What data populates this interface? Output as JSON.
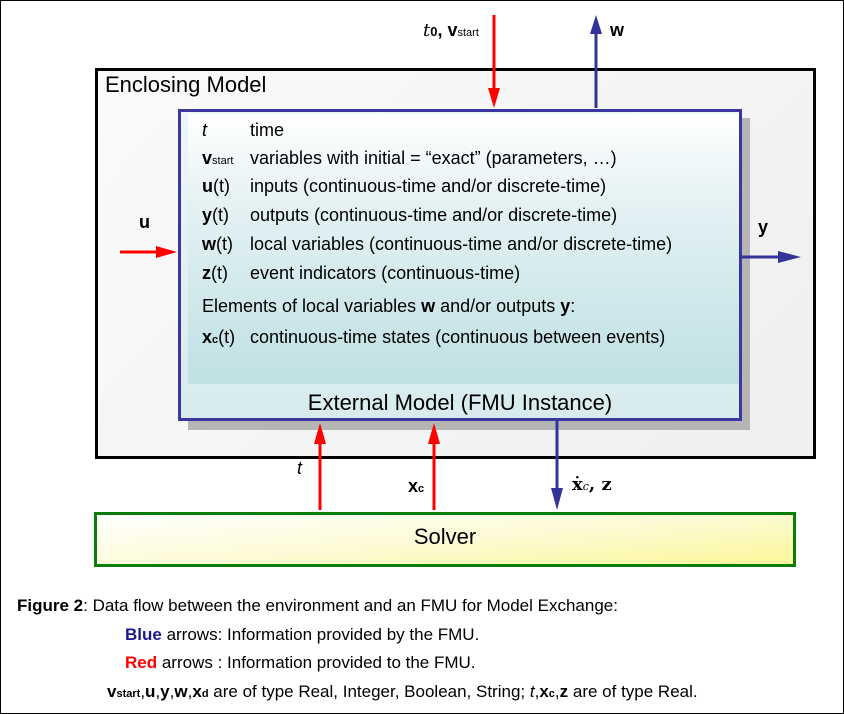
{
  "diagram": {
    "enclosing_model_label": "Enclosing Model",
    "fmu_label": "External Model (FMU Instance)",
    "solver_label": "Solver",
    "colors": {
      "red_arrow": "#ff0000",
      "blue_arrow": "#333399",
      "fmu_border": "#3a37a0",
      "solver_border": "#0a7d0a"
    },
    "arrows": {
      "top_in": {
        "label_italic": "t",
        "label_sub": "0",
        "label_sep": ", ",
        "label_bold": "v",
        "label_bold_sub": "start",
        "color": "red",
        "direction": "into FMU"
      },
      "top_out": {
        "label": "w",
        "color": "blue",
        "direction": "out of FMU"
      },
      "left_in": {
        "label": "u",
        "color": "red",
        "direction": "into FMU"
      },
      "right_out": {
        "label": "y",
        "color": "blue",
        "direction": "out of FMU"
      },
      "bottom_t": {
        "label": "t",
        "color": "red",
        "direction": "solver to FMU"
      },
      "bottom_xc": {
        "label": "x",
        "label_sub": "c",
        "color": "red",
        "direction": "solver to FMU"
      },
      "bottom_xdot": {
        "label": "ẋ",
        "label_sub": "c",
        "label_tail": ", z",
        "color": "blue",
        "direction": "FMU to solver"
      }
    },
    "variables": [
      {
        "symbol": "t",
        "symbol_style": "italic",
        "suffix": "",
        "description": "time"
      },
      {
        "symbol": "v",
        "symbol_style": "bold",
        "subscript": "start",
        "suffix": "",
        "description": "variables with initial = “exact” (parameters, …)"
      },
      {
        "symbol": "u",
        "symbol_style": "bold",
        "suffix": "(t)",
        "description": "inputs (continuous-time and/or discrete-time)"
      },
      {
        "symbol": "y",
        "symbol_style": "bold",
        "suffix": "(t)",
        "description": "outputs (continuous-time and/or discrete-time)"
      },
      {
        "symbol": "w",
        "symbol_style": "bold",
        "suffix": "(t)",
        "description": "local variables (continuous-time and/or discrete-time)"
      },
      {
        "symbol": "z",
        "symbol_style": "bold",
        "suffix": "(t)",
        "description": "event indicators (continuous-time)"
      }
    ],
    "elements_note": {
      "prefix": "Elements of local variables ",
      "w": "w",
      "middle": " and/or outputs ",
      "y": "y",
      "suffix": ":"
    },
    "state_row": {
      "symbol": "x",
      "subscript": "c",
      "suffix": "(t)",
      "description": "continuous-time states (continuous between events)"
    }
  },
  "caption": {
    "figure_label": "Figure 2",
    "figure_text": ": Data flow between the environment and an FMU for Model Exchange:",
    "blue_word": "Blue",
    "blue_text": " arrows: Information provided by the FMU.",
    "red_word": "Red",
    "red_text": " arrows : Information provided to the FMU.",
    "types_line": {
      "v": "v",
      "v_sub": "start",
      "c1": ",",
      "u": "u",
      "c2": ",",
      "y": "y",
      "c3": ",",
      "w": "w",
      "c4": ",",
      "x": "x",
      "x_sub": "d",
      "text1": " are of type Real, Integer, Boolean, String; ",
      "t": "t",
      "c5": ",",
      "xc": "x",
      "xc_sub": "c",
      "c6": ",",
      "z": "z",
      "text2": " are of type Real."
    }
  }
}
